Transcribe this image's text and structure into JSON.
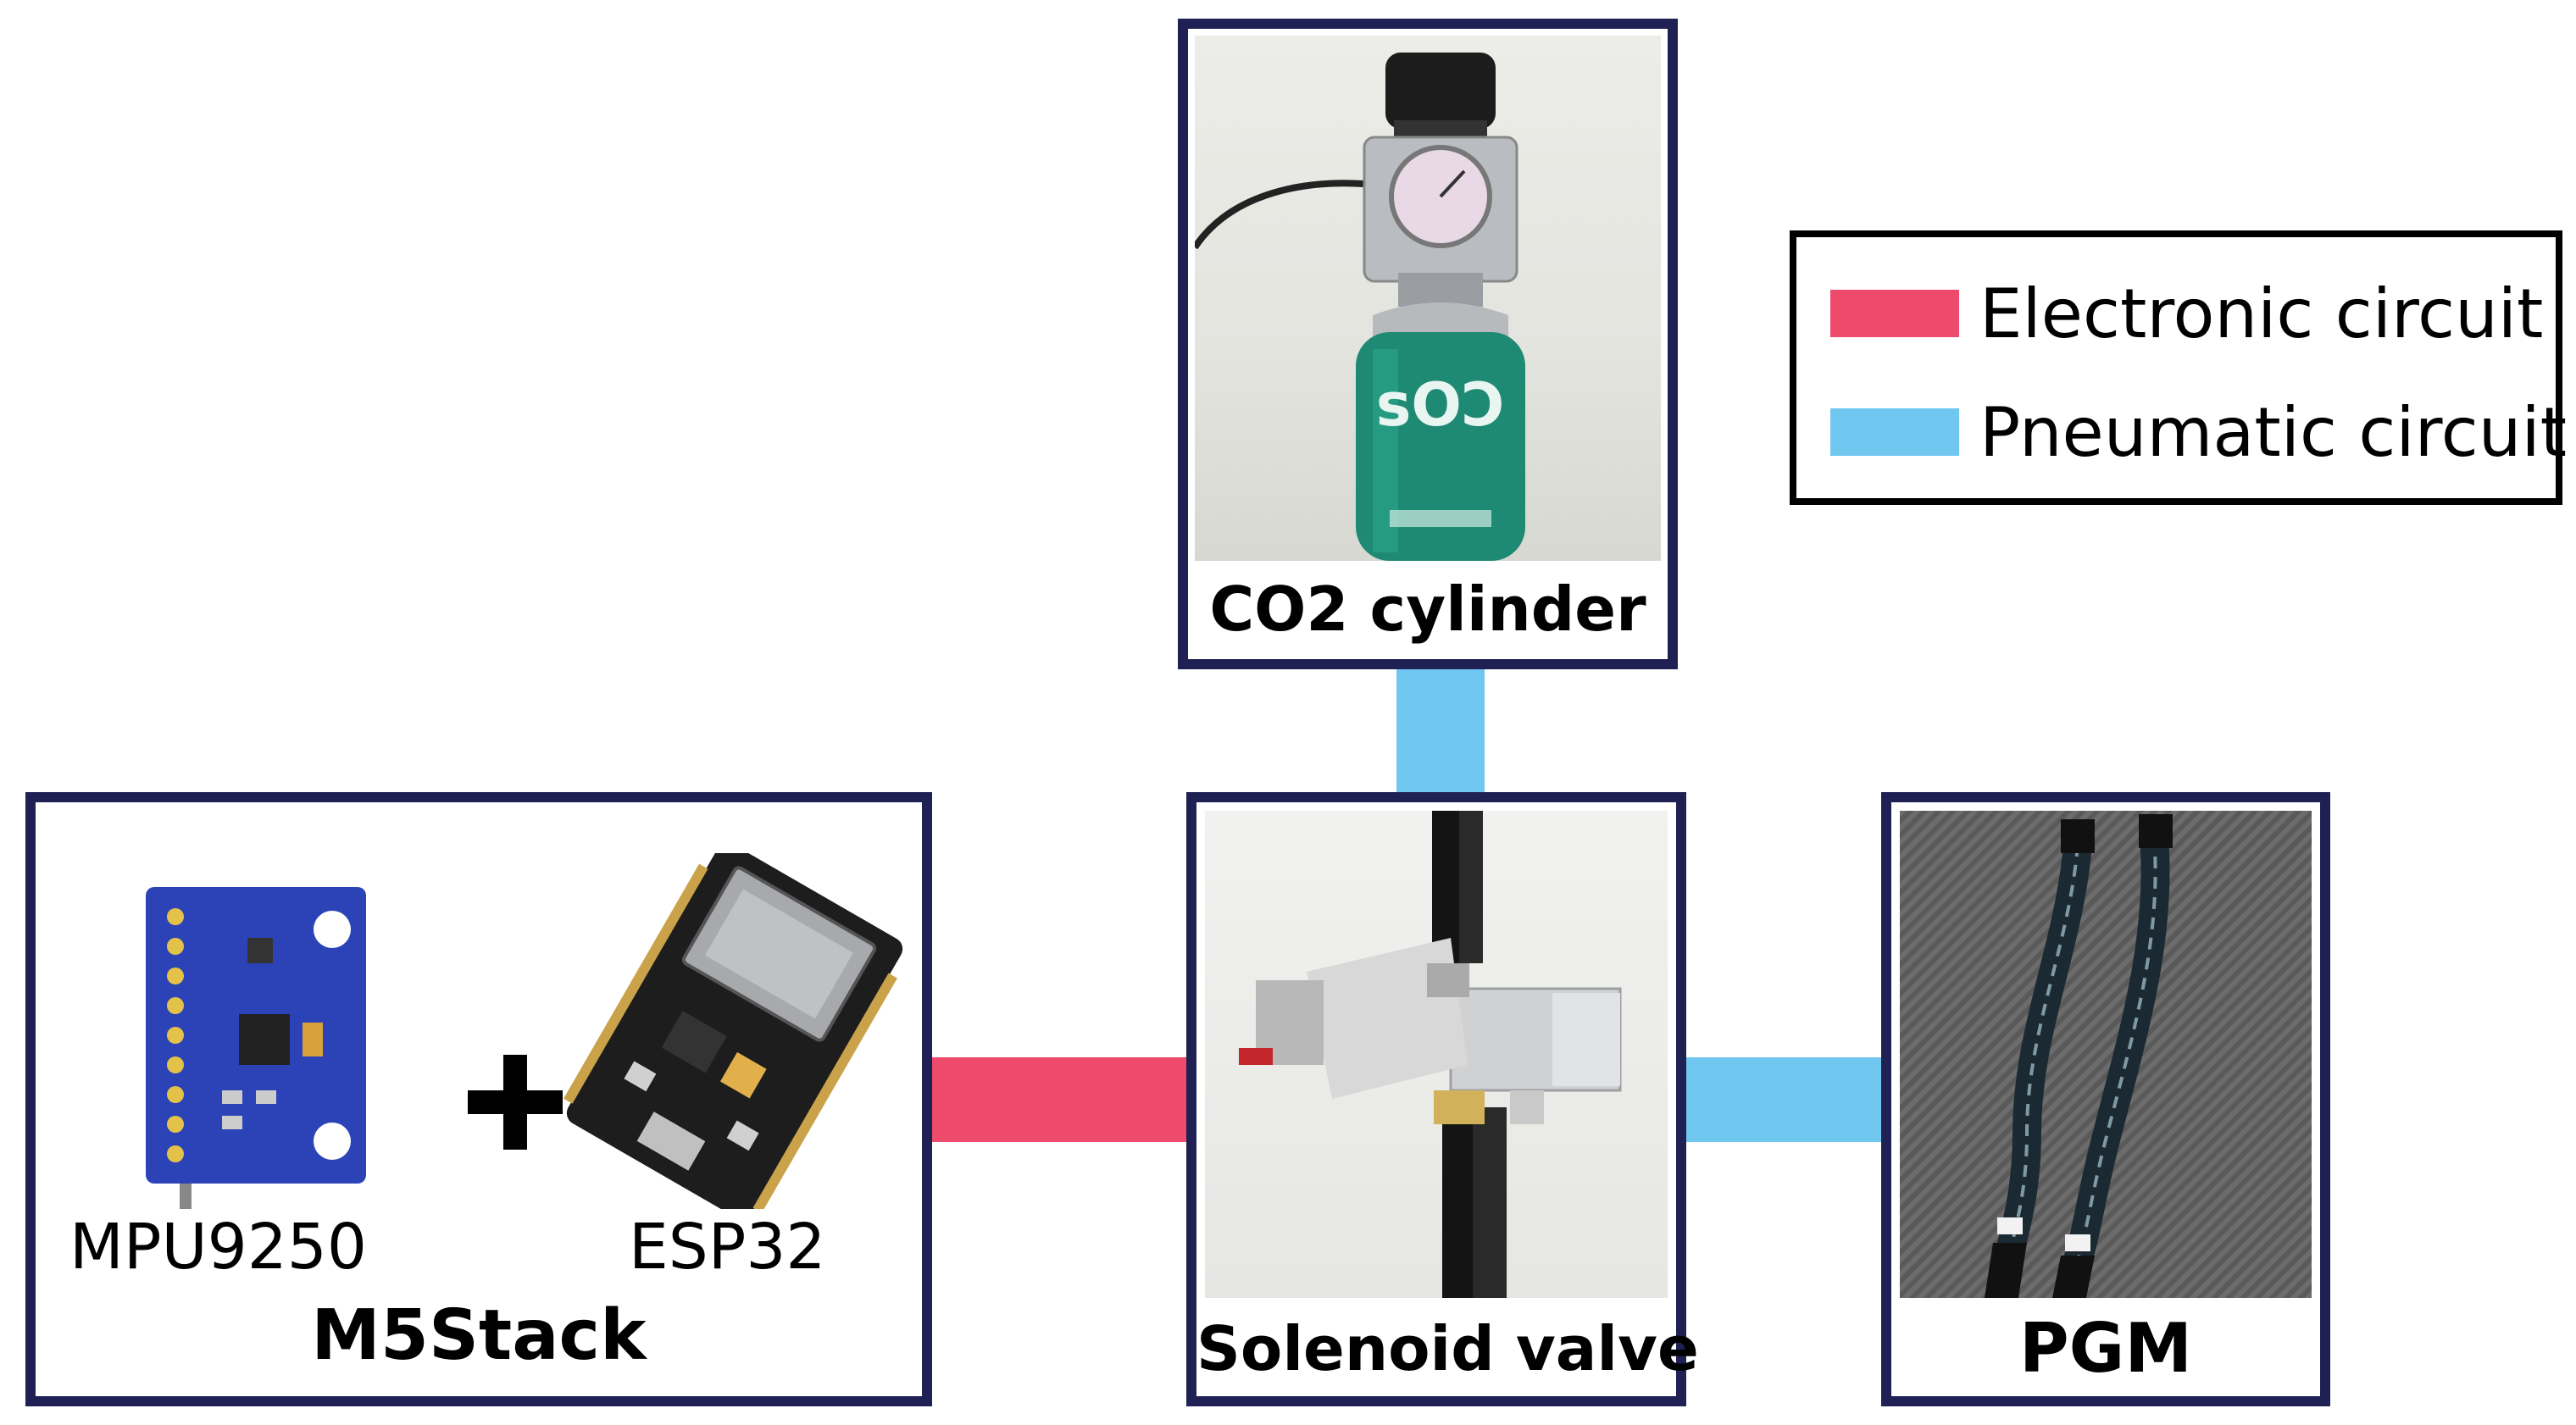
{
  "legend": {
    "electronic": {
      "label": "Electronic circuit",
      "color": "#ee4a6c"
    },
    "pneumatic": {
      "label": "Pneumatic circuit",
      "color": "#70c8f0"
    }
  },
  "components": {
    "co2_cylinder": {
      "label": "CO2 cylinder"
    },
    "solenoid_valve": {
      "label": "Solenoid valve"
    },
    "pgm": {
      "label": "PGM"
    },
    "m5stack": {
      "label": "M5Stack",
      "mpu_label": "MPU9250",
      "esp_label": "ESP32"
    }
  },
  "colors": {
    "box_border": "#1f2154"
  }
}
